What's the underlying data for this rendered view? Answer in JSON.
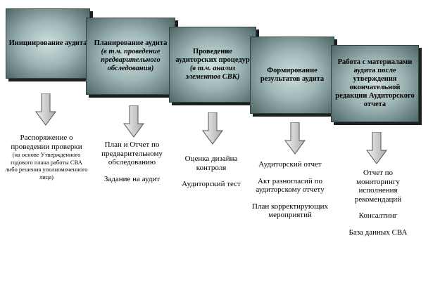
{
  "stages": [
    {
      "title": "Инициирование аудита",
      "sub": ""
    },
    {
      "title": "Планирование аудита",
      "sub": "(в т.ч. проведение предварительного обследования)"
    },
    {
      "title": "Проведение аудиторских процедур",
      "sub": "(в т.ч. анализ элементов СВК)"
    },
    {
      "title": "Формирование результатов аудита",
      "sub": ""
    },
    {
      "title": "Работа с материалами аудита после утверждения окончательной редакции Аудиторского отчета",
      "sub": ""
    }
  ],
  "outputs": [
    {
      "items": [
        "Распоряжение о проведении проверки"
      ],
      "note": "(на основе Утвержденного годового плана работы СВА либо решения уполномоченного лица)"
    },
    {
      "items": [
        "План и Отчет по предварительному обследованию",
        "Задание на аудит"
      ],
      "note": ""
    },
    {
      "items": [
        "Оценка дизайна контроля",
        "Аудиторский тест"
      ],
      "note": ""
    },
    {
      "items": [
        "Аудиторский отчет",
        "Акт разногласий по аудиторскому отчету",
        "План корректирующих мероприятий"
      ],
      "note": ""
    },
    {
      "items": [
        "Отчет по мониторингу исполнения рекомендаций",
        "Консалтинг",
        "База данных СВА"
      ],
      "note": ""
    }
  ]
}
